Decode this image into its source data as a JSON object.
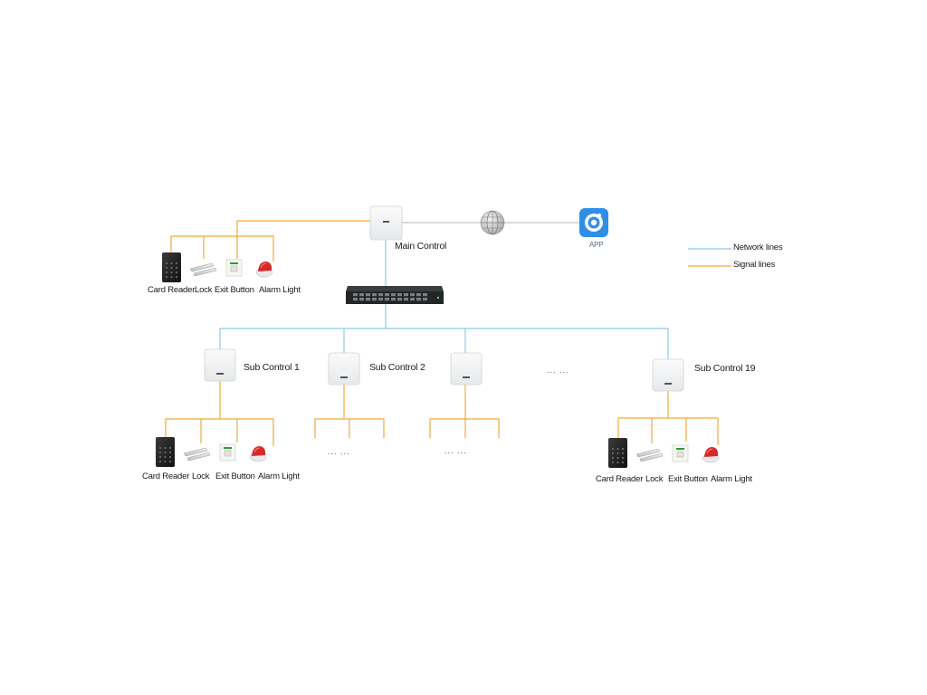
{
  "colors": {
    "network_line": "#8ecae6",
    "signal_line": "#f2a93b",
    "app_blue": "#2f8fe8",
    "alarm_red": "#d42a2a"
  },
  "main": {
    "label": "Main Control",
    "app_label": "APP",
    "devices": [
      "Card Reader",
      "Lock",
      "Exit Button",
      "Alarm Light"
    ]
  },
  "legend": {
    "network": "Network lines",
    "signal": "Signal lines"
  },
  "subs": [
    {
      "label": "Sub Control 1",
      "devices": [
        "Card Reader",
        "Lock",
        "Exit Button",
        "Alarm Light"
      ]
    },
    {
      "label": "Sub Control 2",
      "placeholder": "... ..."
    },
    {
      "placeholder": "... ..."
    },
    {
      "label": "Sub Control 19",
      "devices": [
        "Card Reader",
        "Lock",
        "Exit Button",
        "Alarm Light"
      ]
    }
  ],
  "between_dots": "... ...",
  "icons": {
    "controller": "access-controller-icon",
    "switch": "network-switch-icon",
    "internet": "globe-icon",
    "app": "app-camera-icon",
    "card_reader": "card-reader-icon",
    "lock": "magnetic-lock-icon",
    "exit_button": "exit-button-icon",
    "alarm": "alarm-light-icon"
  }
}
